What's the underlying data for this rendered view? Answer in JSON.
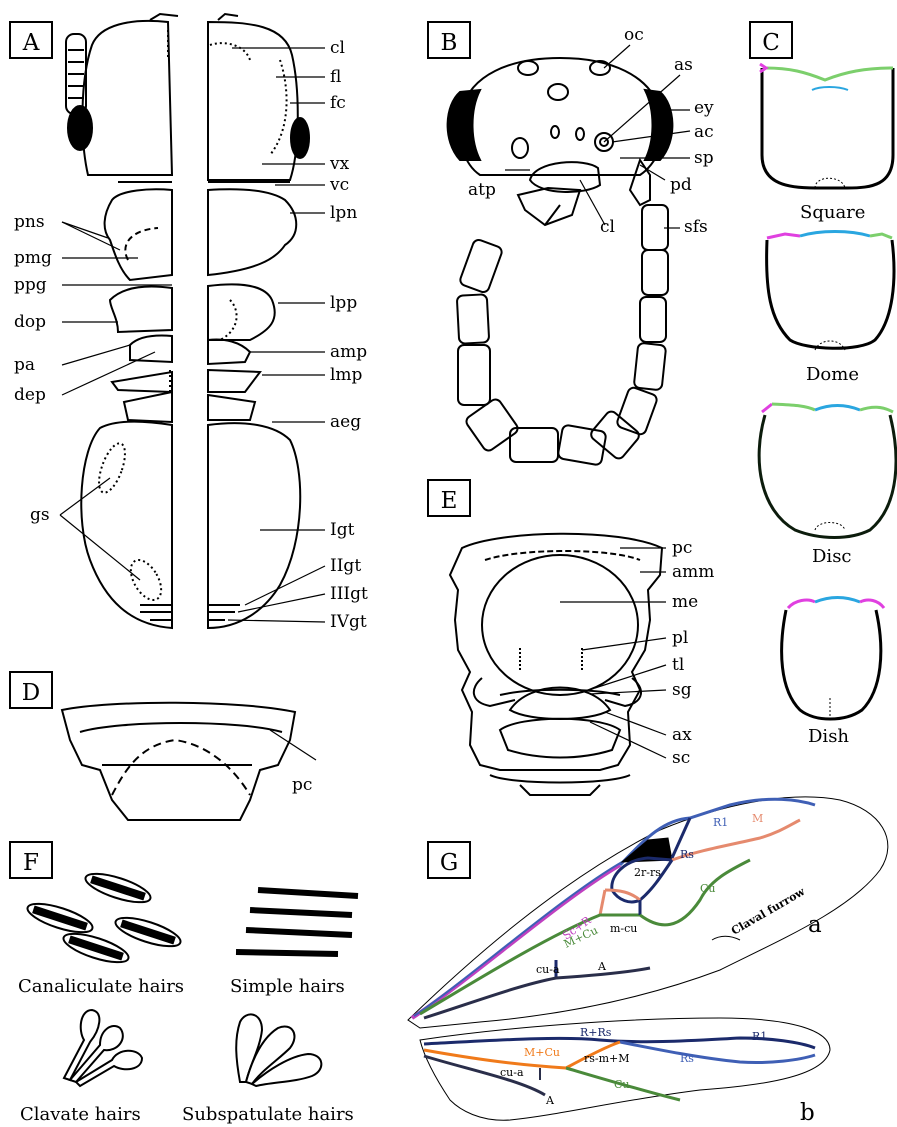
{
  "panels": {
    "A": {
      "letter": "A",
      "labels": [
        "cl",
        "fl",
        "fc",
        "vx",
        "vc",
        "lpn",
        "pns",
        "pmg",
        "ppg",
        "lpp",
        "dop",
        "pa",
        "amp",
        "dep",
        "lmp",
        "aeg",
        "gs",
        "Igt",
        "IIgt",
        "IIIgt",
        "IVgt"
      ]
    },
    "B": {
      "letter": "B",
      "labels": [
        "oc",
        "as",
        "ey",
        "ac",
        "sp",
        "pd",
        "atp",
        "cl",
        "sfs"
      ]
    },
    "C": {
      "letter": "C",
      "shapes": [
        "Square",
        "Dome",
        "Disc",
        "Dish"
      ]
    },
    "D": {
      "letter": "D",
      "labels": [
        "pc"
      ]
    },
    "E": {
      "letter": "E",
      "labels": [
        "pc",
        "amm",
        "me",
        "pl",
        "tl",
        "sg",
        "ax",
        "sc"
      ]
    },
    "F": {
      "letter": "F",
      "hairs": [
        "Canaliculate hairs",
        "Simple hairs",
        "Clavate hairs",
        "Subspatulate hairs"
      ]
    },
    "G": {
      "letter": "G",
      "forewing_letter": "a",
      "hindwing_letter": "b",
      "forewing_veins": [
        "R1",
        "M",
        "Rs",
        "2r-rs",
        "Sc+R",
        "M+Cu",
        "m-cu",
        "Cu",
        "cu-a",
        "A",
        "Claval furrow"
      ],
      "hindwing_veins": [
        "R+Rs",
        "R1",
        "Rs",
        "M+Cu",
        "rs-m+M",
        "cu-a",
        "Cu",
        "A"
      ]
    }
  },
  "colors": {
    "outline": "#000000",
    "vein_R": "#3f5fb5",
    "vein_M": "#e58a6e",
    "vein_Cu": "#4a8a3a",
    "vein_A": "#2a2e4a",
    "vein_navy": "#1b2a6b",
    "vein_Sc": "#c040c0",
    "vein_orange": "#f07a1a",
    "shape_green": "#7ccf6c",
    "shape_blue": "#2aa6e0",
    "shape_magenta": "#e040e0"
  }
}
